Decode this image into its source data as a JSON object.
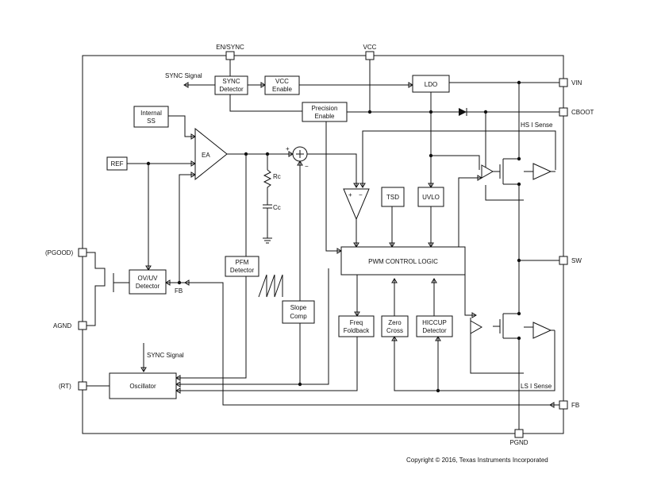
{
  "pins": {
    "en_sync": "EN/SYNC",
    "vcc": "VCC",
    "vin": "VIN",
    "cboot": "CBOOT",
    "sw": "SW",
    "fb_right": "FB",
    "pgnd": "PGND",
    "pgood": "(PGOOD)",
    "agnd": "AGND",
    "rt": "(RT)"
  },
  "blocks": {
    "sync_detector": [
      "SYNC",
      "Detector"
    ],
    "vcc_enable": [
      "VCC",
      "Enable"
    ],
    "ldo": "LDO",
    "precision_enable": [
      "Precision",
      "Enable"
    ],
    "internal_ss": [
      "Internal",
      "SS"
    ],
    "ref": "REF",
    "ea": "EA",
    "tsd": "TSD",
    "uvlo": "UVLO",
    "pwm_control_logic": "PWM CONTROL LOGIC",
    "ovuv_detector": [
      "OV/UV",
      "Detector"
    ],
    "pfm_detector": [
      "PFM",
      "Detector"
    ],
    "slope_comp": [
      "Slope",
      "Comp"
    ],
    "freq_foldback": [
      "Freq",
      "Foldback"
    ],
    "zero_cross": [
      "Zero",
      "Cross"
    ],
    "hiccup_detector": [
      "HICCUP",
      "Detector"
    ],
    "oscillator": "Oscillator"
  },
  "labels": {
    "sync_signal_top": "SYNC Signal",
    "sync_signal_bottom": "SYNC Signal",
    "hs_i_sense": "HS I Sense",
    "ls_i_sense": "LS I Sense",
    "fb_inner": "FB",
    "rc": "Rc",
    "cc": "Cc",
    "sum_plus": "+",
    "sum_minus": "−",
    "comp_plus": "+",
    "comp_minus": "−"
  },
  "copyright": "Copyright © 2016, Texas Instruments Incorporated"
}
